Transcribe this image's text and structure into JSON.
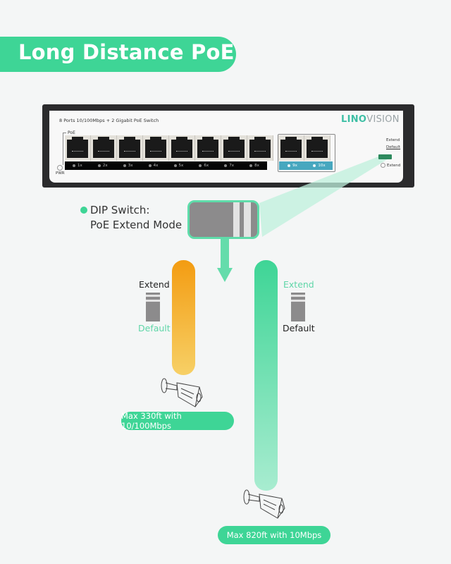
{
  "header": {
    "title": "Long Distance PoE"
  },
  "switch": {
    "model_text": "8 Ports 10/100Mbps + 2 Gigabit PoE Switch",
    "brand_part1": "LINO",
    "brand_part2": "VISION",
    "poe_label": "PoE",
    "pwr_label": "PWR",
    "fast_ports": [
      "1x",
      "2x",
      "3x",
      "4x",
      "5x",
      "6x",
      "7x",
      "8x"
    ],
    "gigabit_ports": [
      "9x",
      "10x"
    ],
    "dip_labels": {
      "extend": "Extend",
      "default": "Default"
    },
    "extend_led_label": "Extend",
    "colors": {
      "gigabit_led_bar": "#47a7bf",
      "brand_accent": "#3ebfa5"
    }
  },
  "dip_section": {
    "line1": "DIP Switch:",
    "line2": "PoE Extend Mode"
  },
  "modes": [
    {
      "name": "default",
      "top_label": "Extend",
      "bottom_label": "Default",
      "active": "Default",
      "bar_color": "#f39c12",
      "range_text": "Max 330ft with 10/100Mbps"
    },
    {
      "name": "extend",
      "top_label": "Extend",
      "bottom_label": "Default",
      "active": "Extend",
      "bar_color": "#3ed596",
      "range_text": "Max 820ft with 10Mbps"
    }
  ],
  "colors": {
    "accent": "#3ed596",
    "orange": "#f39c12",
    "background": "#f4f6f6"
  }
}
